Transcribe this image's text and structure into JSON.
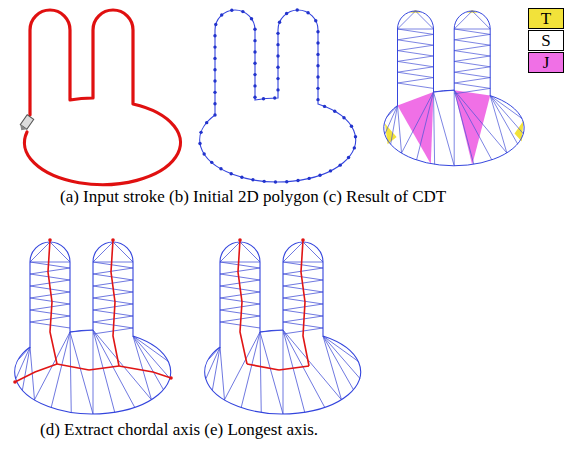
{
  "diagram": {
    "labels": [
      "(a) Input stroke (b) Initial 2D polygon (c) Result of CDT",
      "(d) Extract chordal axis (e) Longest axis."
    ],
    "legend": [
      {
        "text": "T",
        "color": "#f2e23a"
      },
      {
        "text": "S",
        "color": "#ffffff"
      },
      {
        "text": "J",
        "color": "#f070e6"
      }
    ]
  }
}
